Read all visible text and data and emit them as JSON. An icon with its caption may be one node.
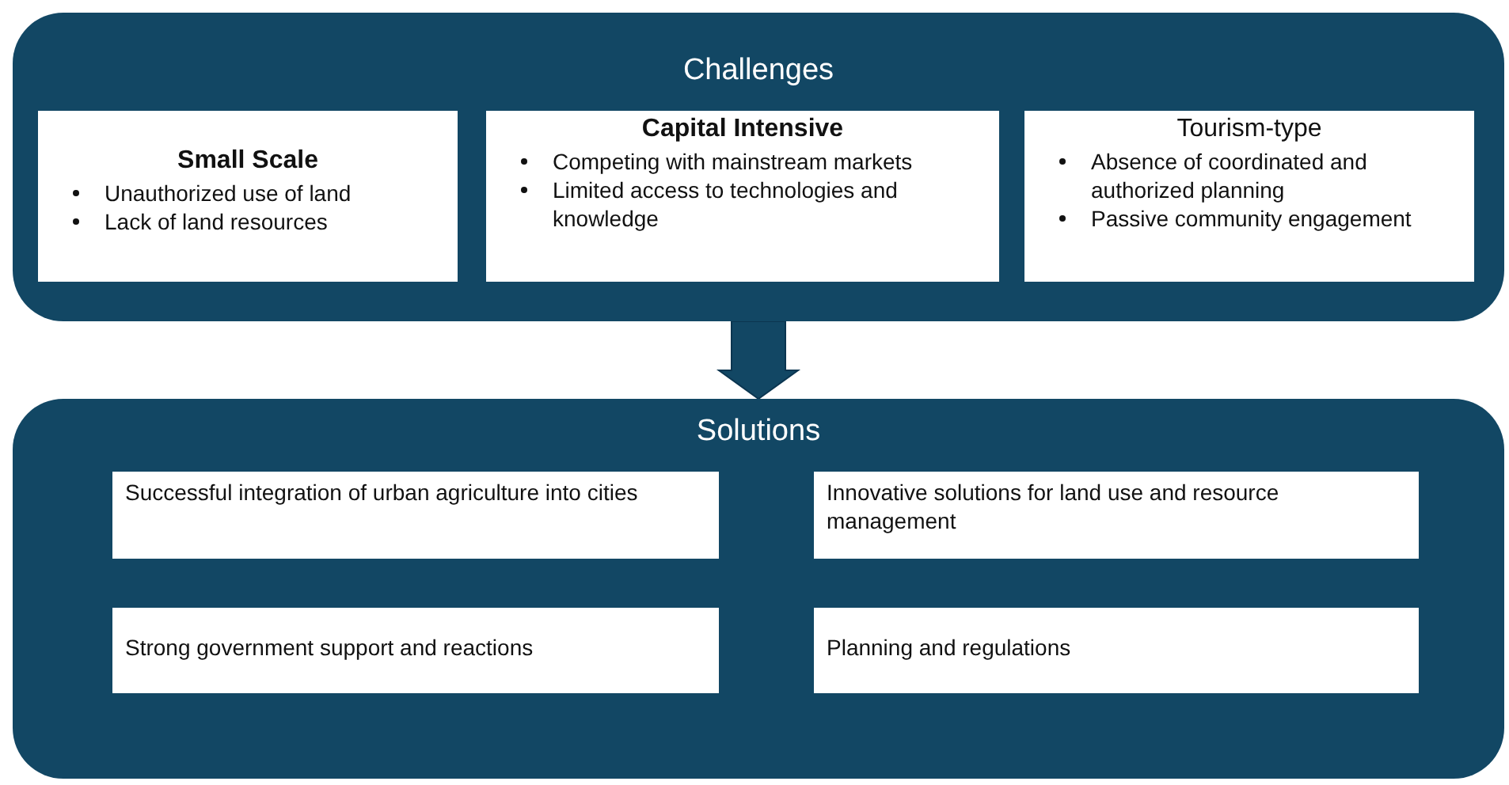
{
  "diagram": {
    "nodes": [
      {
        "text": [
          "Challenges"
        ]
      },
      {
        "text": [
          "Small Scale",
          "Unauthorized use of land",
          "Lack of land resources"
        ],
        "in": 0
      },
      {
        "text": [
          "Capital Intensive",
          "Competing with mainstream markets",
          "Limited access to technologies and knowledge"
        ],
        "in": 0
      },
      {
        "text": [
          "Tourism-type",
          "Absence of coordinated and authorized planning",
          "Passive community engagement"
        ],
        "in": 0
      },
      {
        "text": [
          "Solutions"
        ]
      },
      {
        "text": [
          "Successful integration of urban agriculture into cities"
        ],
        "in": 4
      },
      {
        "text": [
          "Innovative solutions for land use and resource management"
        ],
        "in": 4
      },
      {
        "text": [
          "Strong government support and reactions"
        ],
        "in": 4
      },
      {
        "text": [
          "Planning and regulations"
        ],
        "in": 4
      }
    ],
    "edges": [
      {
        "from": 0,
        "to": 4,
        "arrow": "to"
      }
    ]
  }
}
